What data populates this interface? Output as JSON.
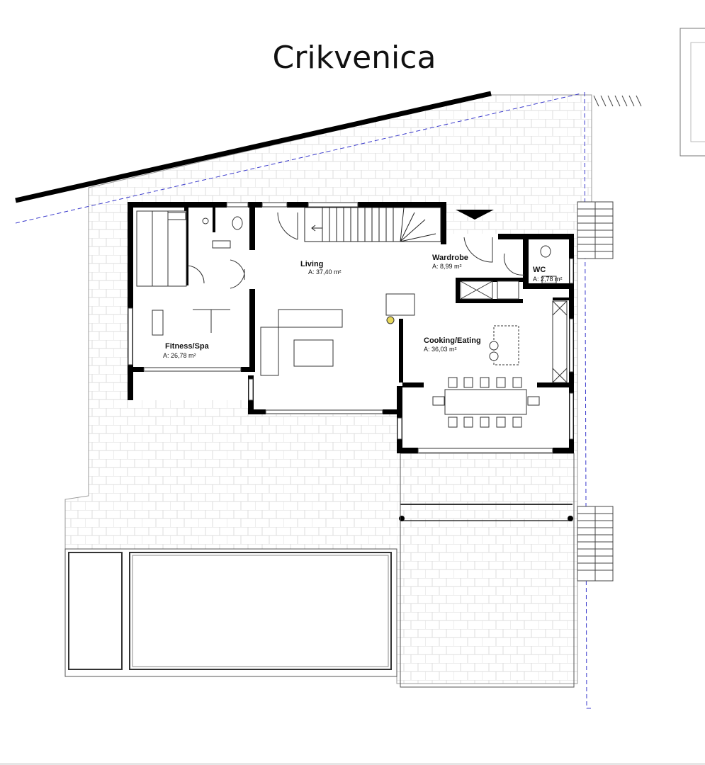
{
  "title": "Crikvenica",
  "rooms": [
    {
      "name": "Living",
      "area": "A: 37,40 m²"
    },
    {
      "name": "Fitness/Spa",
      "area": "A: 26,78 m²"
    },
    {
      "name": "Wardrobe",
      "area": "A: 8,99 m²"
    },
    {
      "name": "WC",
      "area": "A: 2,78 m²"
    },
    {
      "name": "Cooking/Eating",
      "area": "A: 36,03 m²"
    }
  ],
  "colors": {
    "wall": "#000000",
    "paving": "#d9d9d9",
    "property_line": "#3a3acc"
  }
}
